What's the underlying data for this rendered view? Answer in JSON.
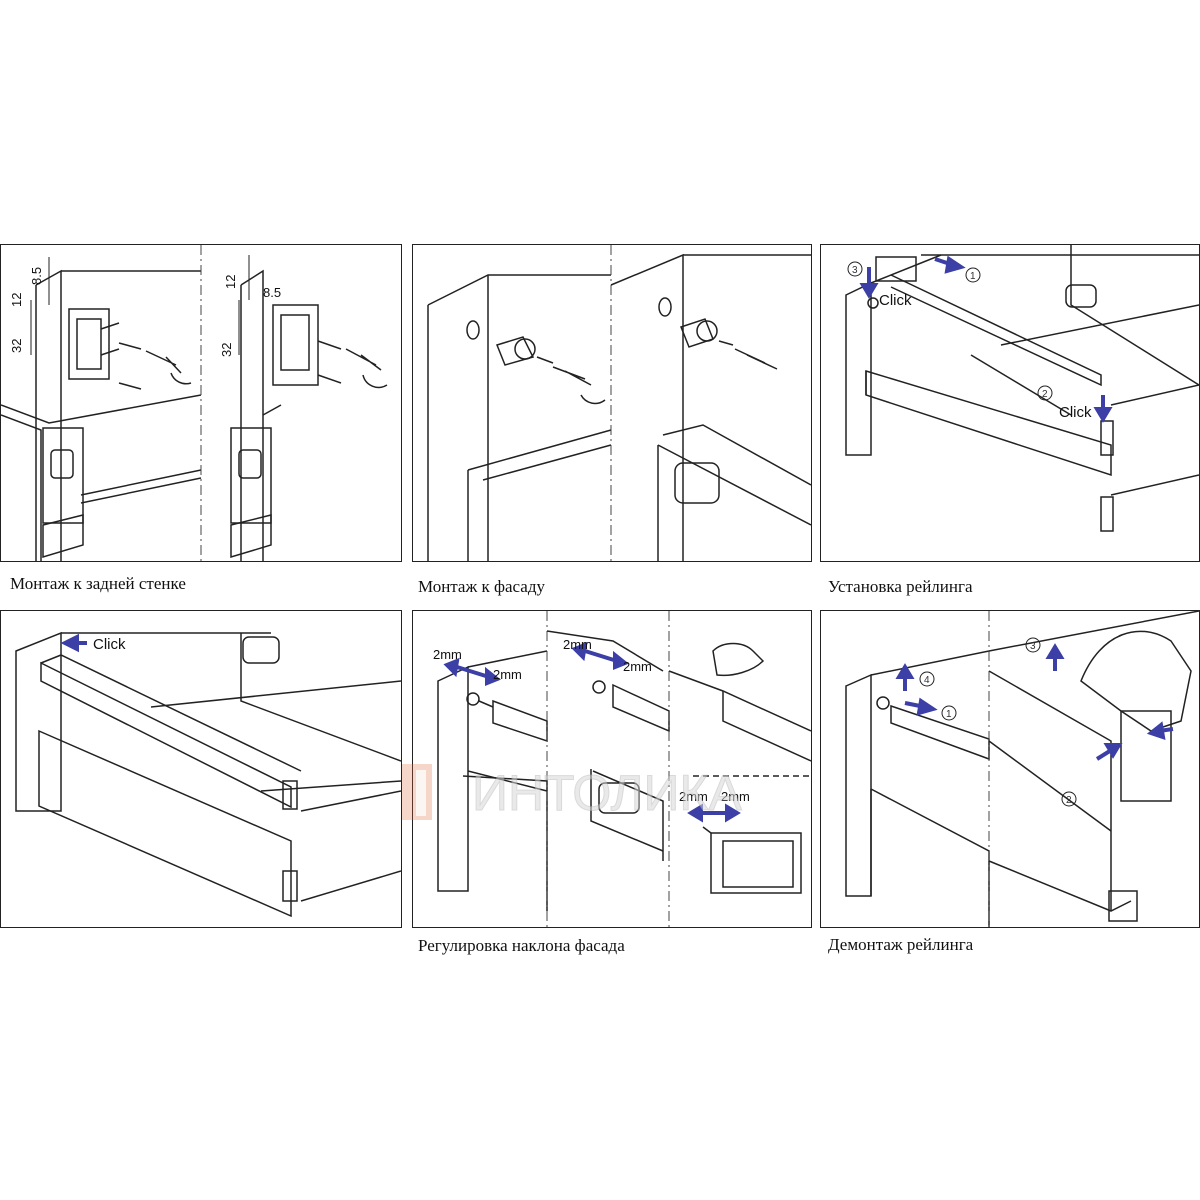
{
  "captions": {
    "p1": "Монтаж к задней стенке",
    "p2": "Монтаж к фасаду",
    "p3": "Установка рейлинга",
    "p5": "Регулировка наклона фасада",
    "p6": "Демонтаж рейлинга"
  },
  "dimensions": {
    "d85": "8.5",
    "d12": "12",
    "d32": "32"
  },
  "labels": {
    "click": "Click",
    "mm2": "2mm"
  },
  "steps": {
    "s1": "1",
    "s2": "2",
    "s3": "3",
    "s4": "4"
  },
  "watermark": {
    "text": "ИНТОЛИКА"
  },
  "colors": {
    "arrow": "#3b3fa6",
    "watermark": "#e06a3a"
  }
}
